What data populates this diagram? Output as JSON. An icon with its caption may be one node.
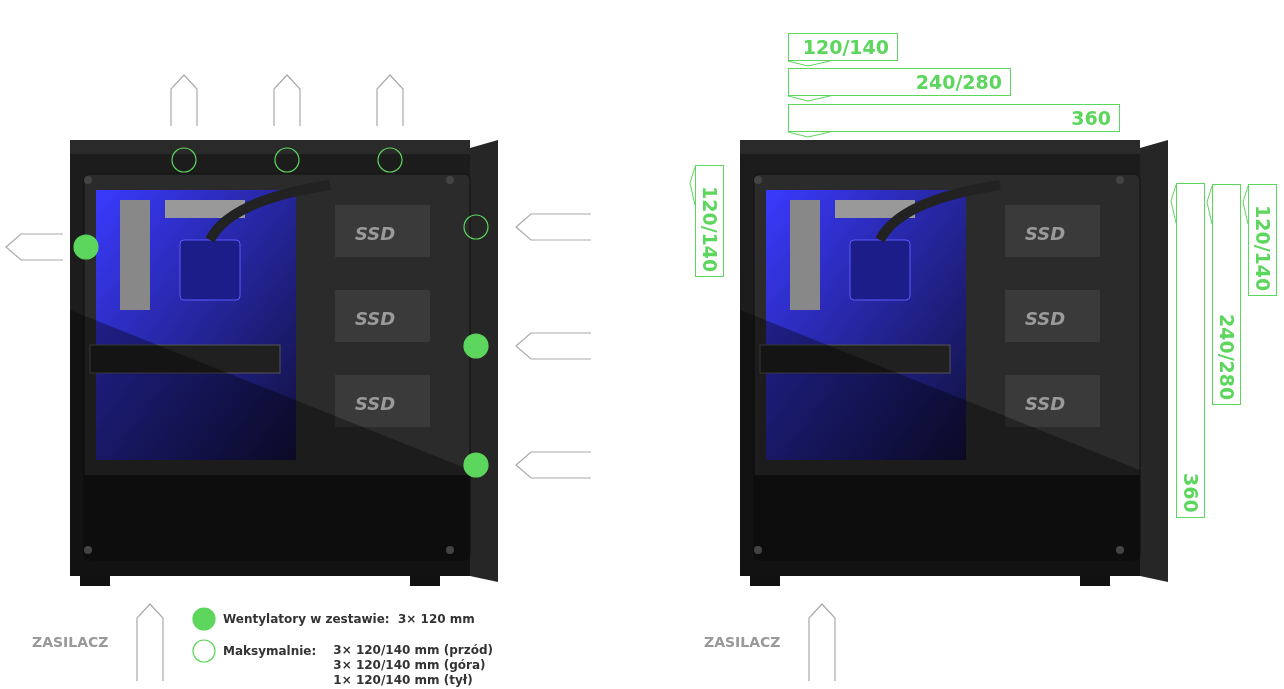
{
  "diagram": {
    "nodes": [
      {
        "text": [
          "120/140"
        ]
      },
      {
        "text": [
          "240/280"
        ]
      },
      {
        "text": [
          "360"
        ]
      },
      {
        "text": [
          "120/140"
        ]
      },
      {
        "text": [
          "360"
        ]
      },
      {
        "text": [
          "240/280"
        ]
      },
      {
        "text": [
          "120/140"
        ]
      }
    ],
    "labels": [
      "SSD",
      "SSD",
      "SSD",
      "SSD",
      "SSD",
      "SSD",
      "ZASILACZ",
      "ZASILACZ",
      "3× 120/140 mm (przód)",
      "3× 120/140 mm (góra)",
      "1× 120/140 mm (tył)"
    ],
    "legend": [
      {
        "text": "Wentylatory w zestawie:  3× 120 mm",
        "color": "#5cd65c"
      },
      {
        "text": "Maksymalnie:"
      }
    ]
  }
}
